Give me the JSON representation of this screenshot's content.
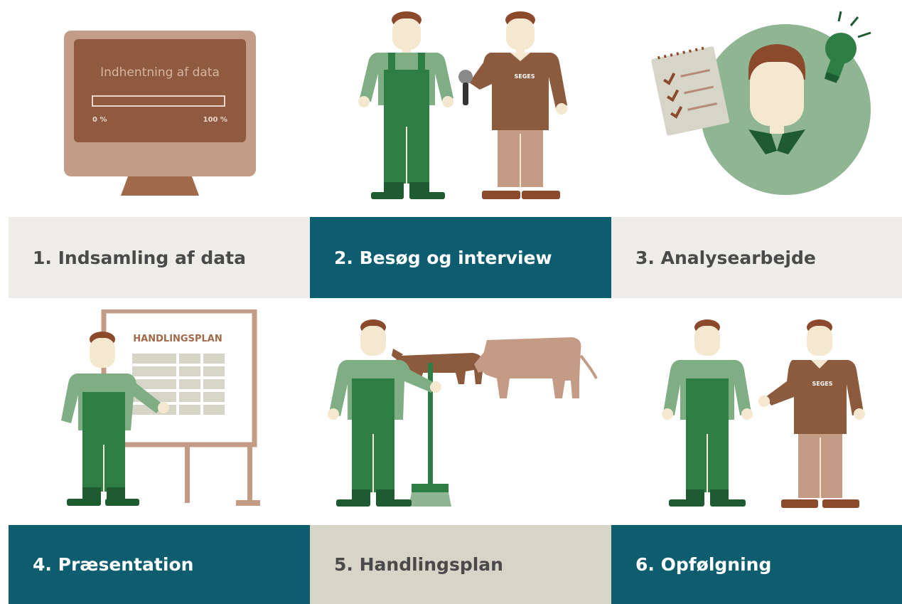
{
  "steps": [
    {
      "number": "1.",
      "label": "Indsamling af data"
    },
    {
      "number": "2.",
      "label": "Besøg og interview"
    },
    {
      "number": "3.",
      "label": "Analysearbejde"
    },
    {
      "number": "4.",
      "label": "Præsentation"
    },
    {
      "number": "5.",
      "label": "Handlingsplan"
    },
    {
      "number": "6.",
      "label": "Opfølgning"
    }
  ],
  "monitor": {
    "title": "Indhentning af data",
    "progress_start": "0 %",
    "progress_end": "100 %",
    "progress_value": 0
  },
  "logo_text": "SEGES",
  "board_title": "HANDLINGSPLAN",
  "colors": {
    "teal": "#0e5d6e",
    "light_grey": "#efede9",
    "beige": "#d7d4c8",
    "farmer_green": "#2e7d45",
    "shirt_green": "#7fae84",
    "consultant_brown": "#8c5a3c",
    "monitor_tan": "#b8927b"
  }
}
